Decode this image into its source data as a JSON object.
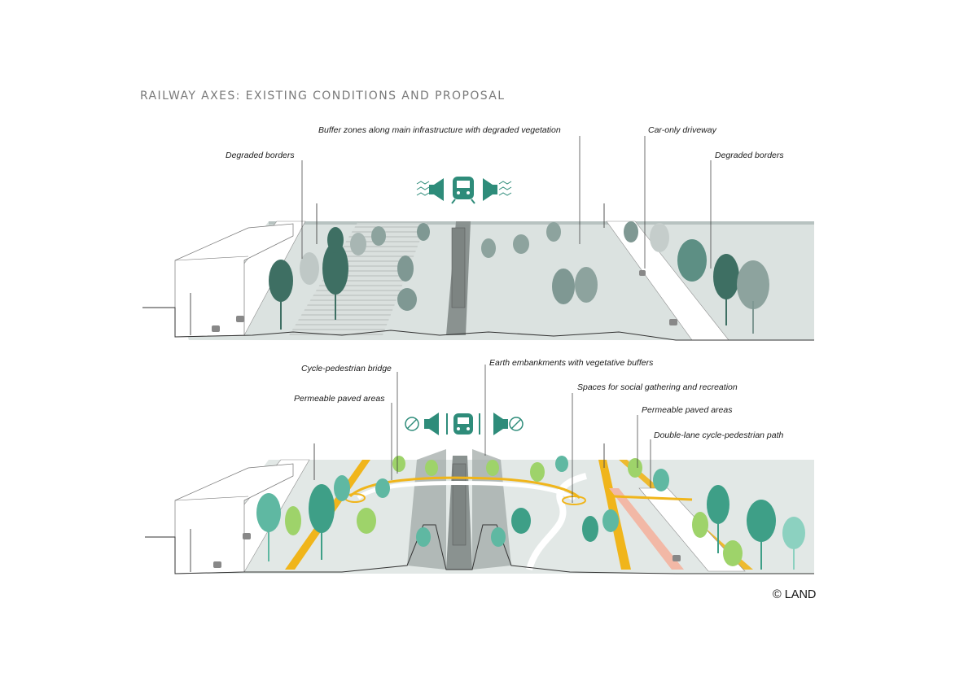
{
  "title": "RAILWAY AXES: EXISTING CONDITIONS AND PROPOSAL",
  "credit": "© LAND",
  "existing": {
    "labels": {
      "buffer_zones": "Buffer zones along main infrastructure with degraded vegetation",
      "degraded_borders_left": "Degraded borders",
      "car_only_driveway": "Car-only driveway",
      "degraded_borders_right": "Degraded borders"
    },
    "icons": [
      "noise-waves-icon",
      "speaker-icon",
      "train-icon",
      "speaker-icon",
      "noise-waves-icon"
    ]
  },
  "proposal": {
    "labels": {
      "cycle_bridge": "Cycle-pedestrian bridge",
      "permeable_left": "Permeable paved areas",
      "earth_embankments": "Earth embankments with vegetative buffers",
      "social_spaces": "Spaces for social gathering and recreation",
      "permeable_right": "Permeable paved areas",
      "double_lane_path": "Double-lane cycle-pedestrian path"
    },
    "icons": [
      "no-sign-icon",
      "speaker-icon",
      "train-icon",
      "speaker-icon",
      "no-sign-icon"
    ]
  },
  "colors": {
    "dark_tree": "#3e6f63",
    "teal_tree": "#5fb8a2",
    "light_green": "#9ed36a",
    "ground_grey": "#cfd8d6",
    "path_yellow": "#f0b51b",
    "path_pink": "#f2b8a6",
    "icon_teal": "#2e8c7a"
  }
}
